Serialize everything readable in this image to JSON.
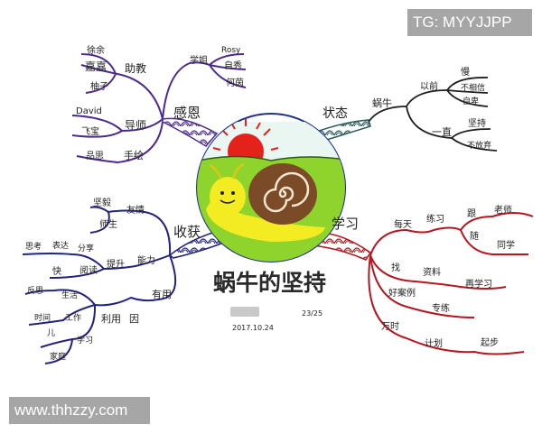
{
  "title": "蜗牛的坚持",
  "date": "2017.10.24",
  "page_mark": "23/25",
  "center_icon": "snail-sun-hill-icon",
  "watermarks": {
    "top_right": "TG: MYYJJPP",
    "bottom_left": "www.thhzzy.com"
  },
  "colors": {
    "gratitude": "#4b2a8f",
    "state": "#1f1f1f",
    "harvest": "#23237e",
    "study": "#b5161f",
    "sun": "#e5211c",
    "grass": "#8fd42c",
    "snail_body": "#f3ec22",
    "shell": "#7b4a26",
    "globe_outline": "#1e2f8a"
  },
  "branches": {
    "gratitude": {
      "label": "感恩",
      "children": [
        {
          "label": "助教",
          "children": [
            "徐余",
            "嘉嘉",
            "柚子"
          ]
        },
        {
          "label": "学姐",
          "children": [
            "Rosy",
            "自秀",
            "何茵"
          ]
        },
        {
          "label": "导师",
          "children": [
            "David",
            "飞宝"
          ]
        },
        {
          "label": "手绘",
          "children": [
            "品思"
          ]
        }
      ]
    },
    "state": {
      "label": "状态",
      "children": [
        {
          "label": "蜗牛",
          "children": [
            {
              "label": "以前",
              "children": [
                "慢",
                "不相信",
                "自卑"
              ]
            },
            {
              "label": "一直",
              "children": [
                "坚持",
                "不放弃"
              ]
            }
          ]
        }
      ]
    },
    "harvest": {
      "label": "收获",
      "children": [
        {
          "label": "友情",
          "children": [
            "坚毅",
            "师生"
          ]
        },
        {
          "label": "能力",
          "children": [
            {
              "label": "提升",
              "children": [
                "思考",
                "表达",
                "分享",
                "快",
                "阅读"
              ]
            }
          ]
        },
        {
          "label": "有用",
          "children": [
            {
              "label": "因",
              "children": []
            },
            {
              "label": "利用",
              "children": [
                "反思",
                "生活",
                "时间",
                "工作",
                "儿",
                "学习",
                "家庭"
              ]
            }
          ]
        }
      ]
    },
    "study": {
      "label": "学习",
      "children": [
        {
          "label": "每天",
          "children": [
            {
              "label": "练习",
              "children": [
                "跟",
                "老师",
                "随",
                "同学"
              ]
            }
          ]
        },
        {
          "label": "找",
          "children": [
            {
              "label": "资料",
              "children": [
                "再学习"
              ]
            }
          ]
        },
        {
          "label": "好案例",
          "children": [
            "专练"
          ]
        },
        {
          "label": "万时",
          "children": [
            {
              "label": "计划",
              "children": [
                "起步"
              ]
            }
          ]
        }
      ]
    }
  },
  "svg_labels": {
    "g_main": "感恩",
    "g_zj": "助教",
    "g_xy": "徐余",
    "g_jj": "嘉嘉",
    "g_yz": "柚子",
    "g_xj": "学姐",
    "g_rosy": "Rosy",
    "g_zx": "自秀",
    "g_hy": "何茵",
    "g_ds": "导师",
    "g_david": "David",
    "g_fb": "飞宝",
    "g_sh": "手绘",
    "g_ps": "品思",
    "s_main": "状态",
    "s_wn": "蜗牛",
    "s_yq": "以前",
    "s_man": "慢",
    "s_bxx": "不相信",
    "s_zb": "自卑",
    "s_yz": "一直",
    "s_jc": "坚持",
    "s_bfq": "不放弃",
    "h_main": "收获",
    "h_yq": "友情",
    "h_jy": "坚毅",
    "h_ss": "师生",
    "h_nl": "能力",
    "h_ts": "提升",
    "h_sk": "思考",
    "h_bd": "表达",
    "h_fx": "分享",
    "h_kuai": "快",
    "h_yd": "阅读",
    "h_yy": "有用",
    "h_yin": "因",
    "h_ly": "利用",
    "h_fs": "反思",
    "h_shh": "生活",
    "h_sj": "时间",
    "h_gz": "工作",
    "h_er": "儿",
    "h_xx": "学习",
    "h_jt": "家庭",
    "st_main": "学习",
    "st_mt": "每天",
    "st_lx": "练习",
    "st_gen": "跟",
    "st_ls": "老师",
    "st_sui": "随",
    "st_tx": "同学",
    "st_zhao": "找",
    "st_zl": "资料",
    "st_zxx": "再学习",
    "st_hal": "好案例",
    "st_zlx": "专练",
    "st_ws": "万时",
    "st_jh": "计划",
    "st_qb": "起步"
  }
}
